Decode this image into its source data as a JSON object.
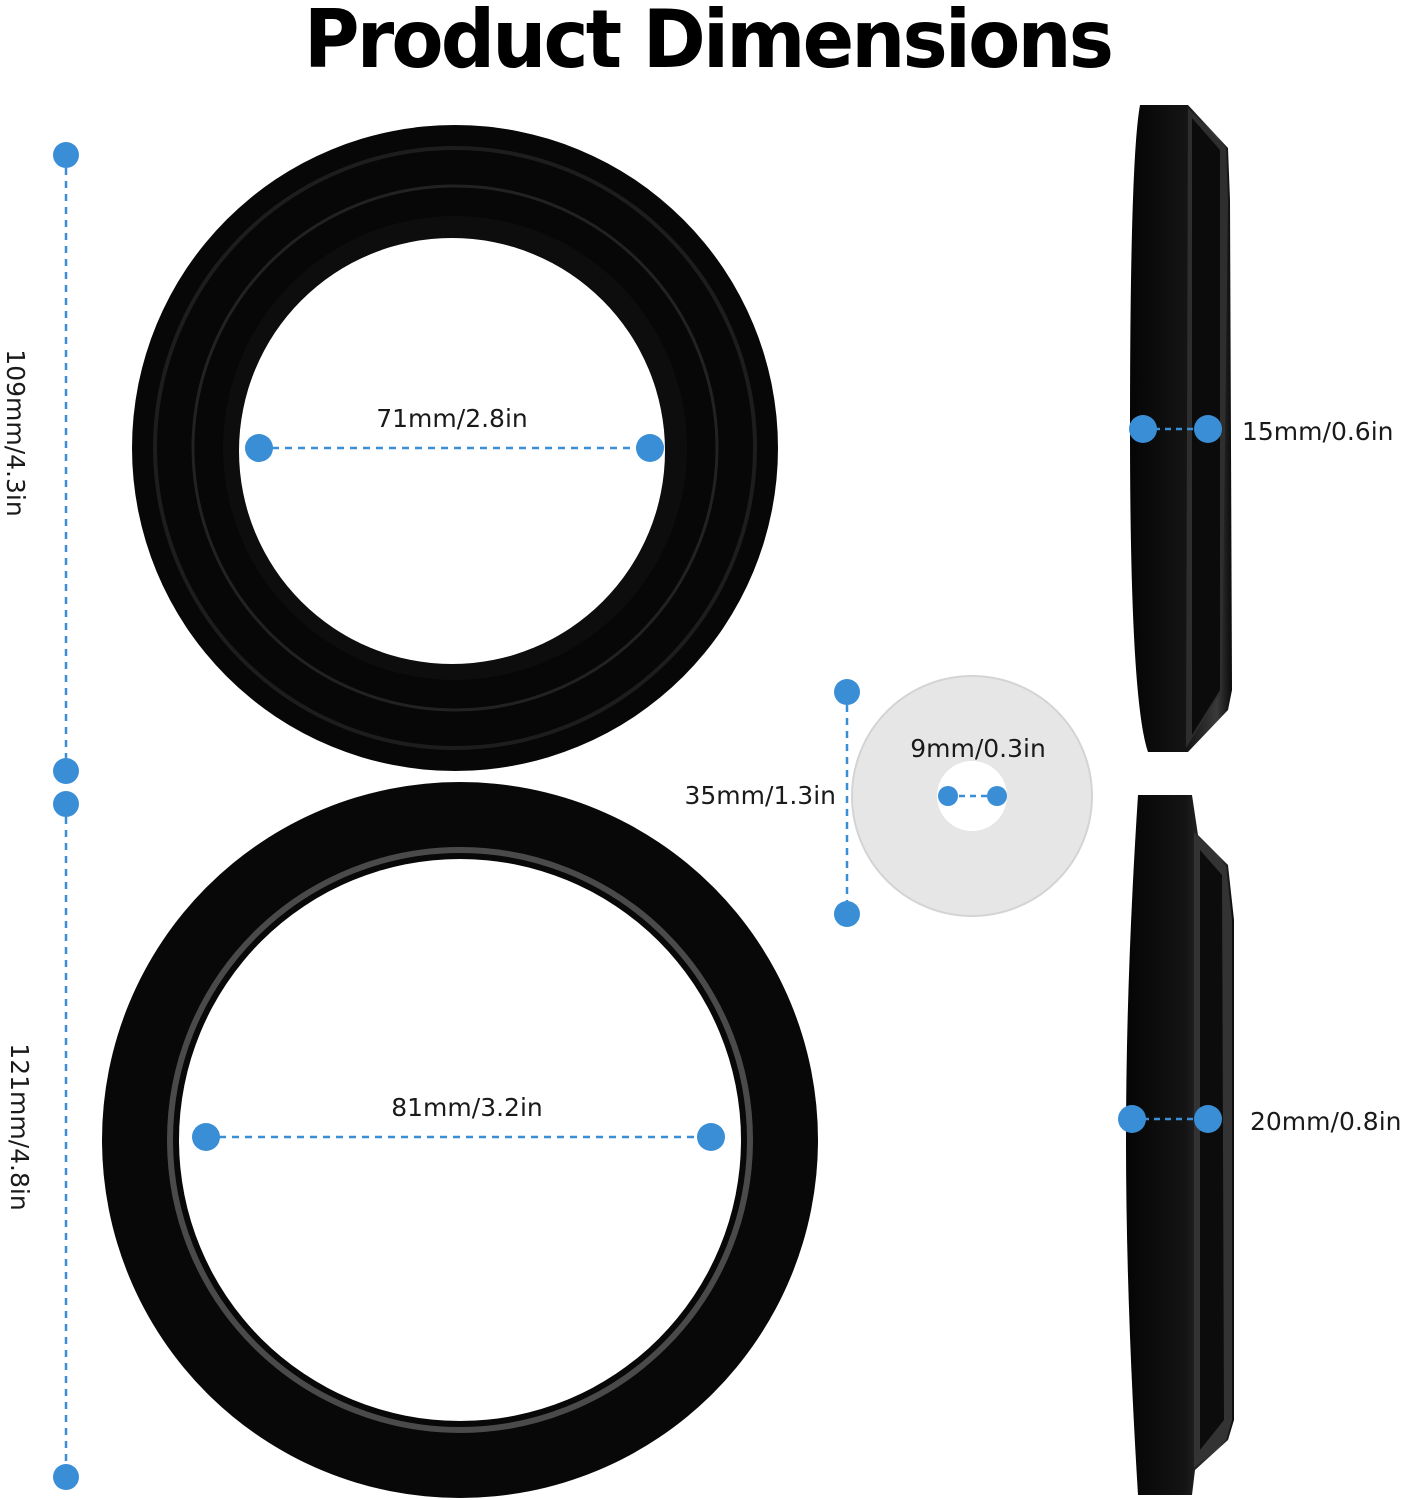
{
  "title": "Product Dimensions",
  "colors": {
    "accent": "#3a8ed6",
    "rubber": "#0c0c0c",
    "washer": "#e6e6e6"
  },
  "dimensions": {
    "small_ring_outer": "109mm/4.3in",
    "small_ring_inner": "71mm/2.8in",
    "large_ring_outer": "121mm/4.8in",
    "large_ring_inner": "81mm/3.2in",
    "washer_outer": "35mm/1.3in",
    "washer_hole": "9mm/0.3in",
    "small_ring_thickness": "15mm/0.6in",
    "large_ring_thickness": "20mm/0.8in"
  }
}
